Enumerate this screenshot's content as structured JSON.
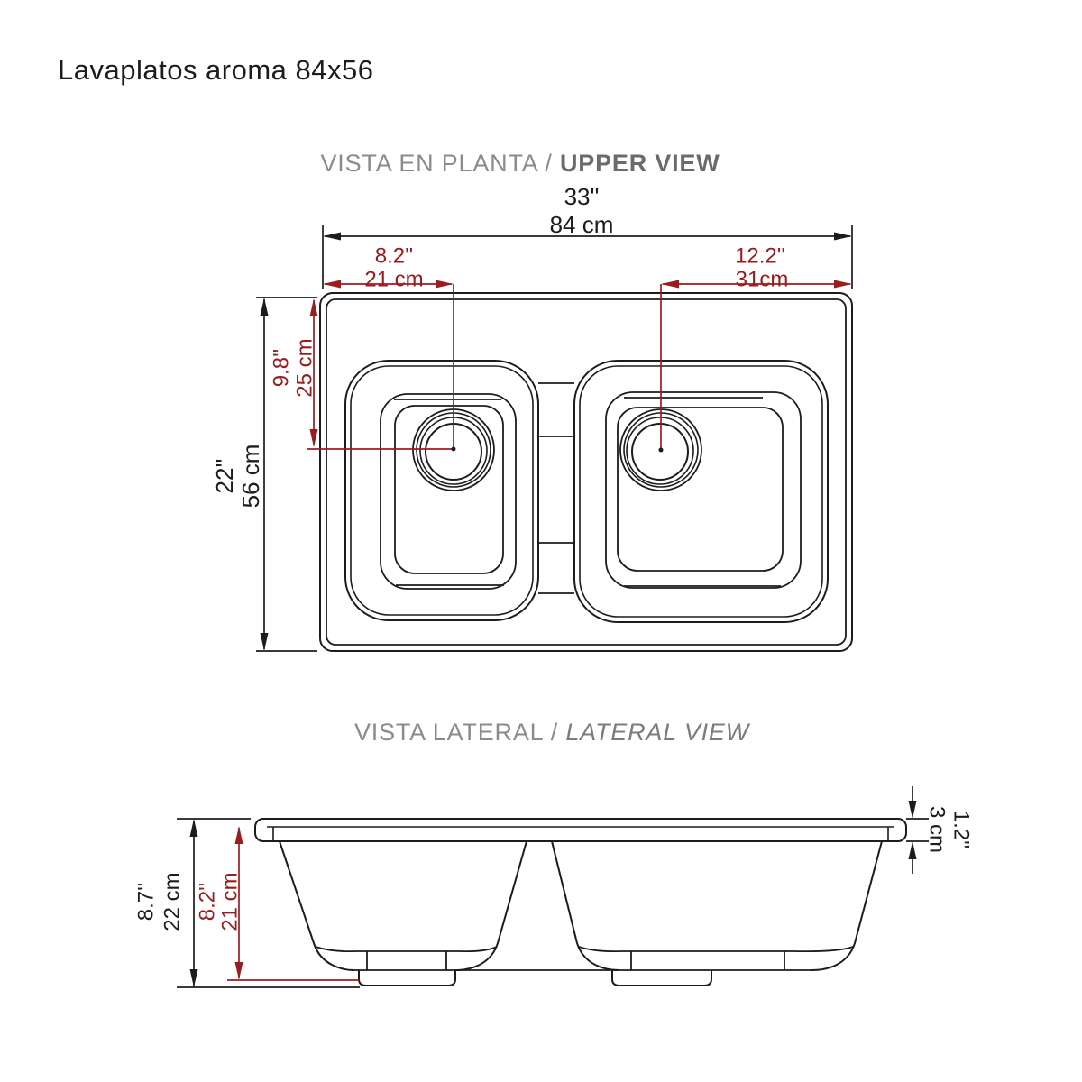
{
  "title": "Lavaplatos aroma 84x56",
  "colors": {
    "line": "#1c1c1c",
    "accent_red": "#9b1c1f",
    "heading_gray": "#8b8b8b"
  },
  "upper": {
    "heading_prefix": "VISTA EN PLANTA / ",
    "heading_bold": "UPPER VIEW",
    "width_in": "33''",
    "width_cm": "84 cm",
    "depth_in": "22''",
    "depth_cm": "56 cm",
    "left_drain_offset_in": "8.2''",
    "left_drain_offset_cm": "21 cm",
    "right_drain_offset_in": "12.2''",
    "right_drain_offset_cm": "31cm",
    "drain_from_top_in": "9.8''",
    "drain_from_top_cm": "25 cm"
  },
  "lateral": {
    "heading_prefix": "VISTA LATERAL / ",
    "heading_italic": "LATERAL VIEW",
    "total_height_in": "8.7''",
    "total_height_cm": "22 cm",
    "bowl_depth_in": "8.2''",
    "bowl_depth_cm": "21 cm",
    "rim_thickness_in": "1.2''",
    "rim_thickness_cm": "3 cm"
  }
}
